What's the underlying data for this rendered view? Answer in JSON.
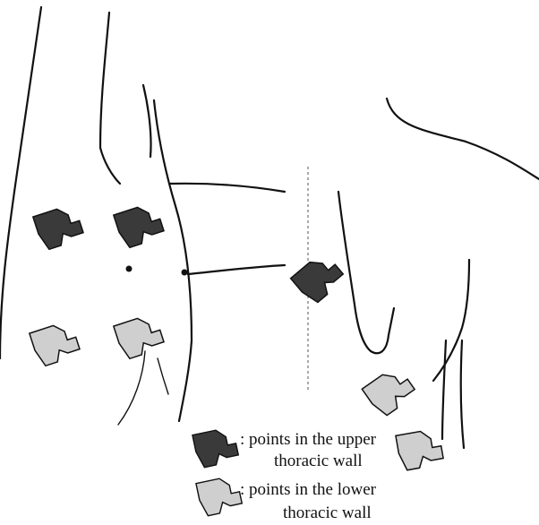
{
  "diagram": {
    "colors": {
      "upper_probe": "#3a3a3a",
      "lower_probe": "#cfcfcf",
      "outline": "#111111"
    },
    "legend": [
      {
        "key": "upper",
        "text_line1": ": points in the upper",
        "text_line2": "thoracic wall"
      },
      {
        "key": "lower",
        "text_line1": ": points in the lower",
        "text_line2": "thoracic wall"
      }
    ]
  }
}
